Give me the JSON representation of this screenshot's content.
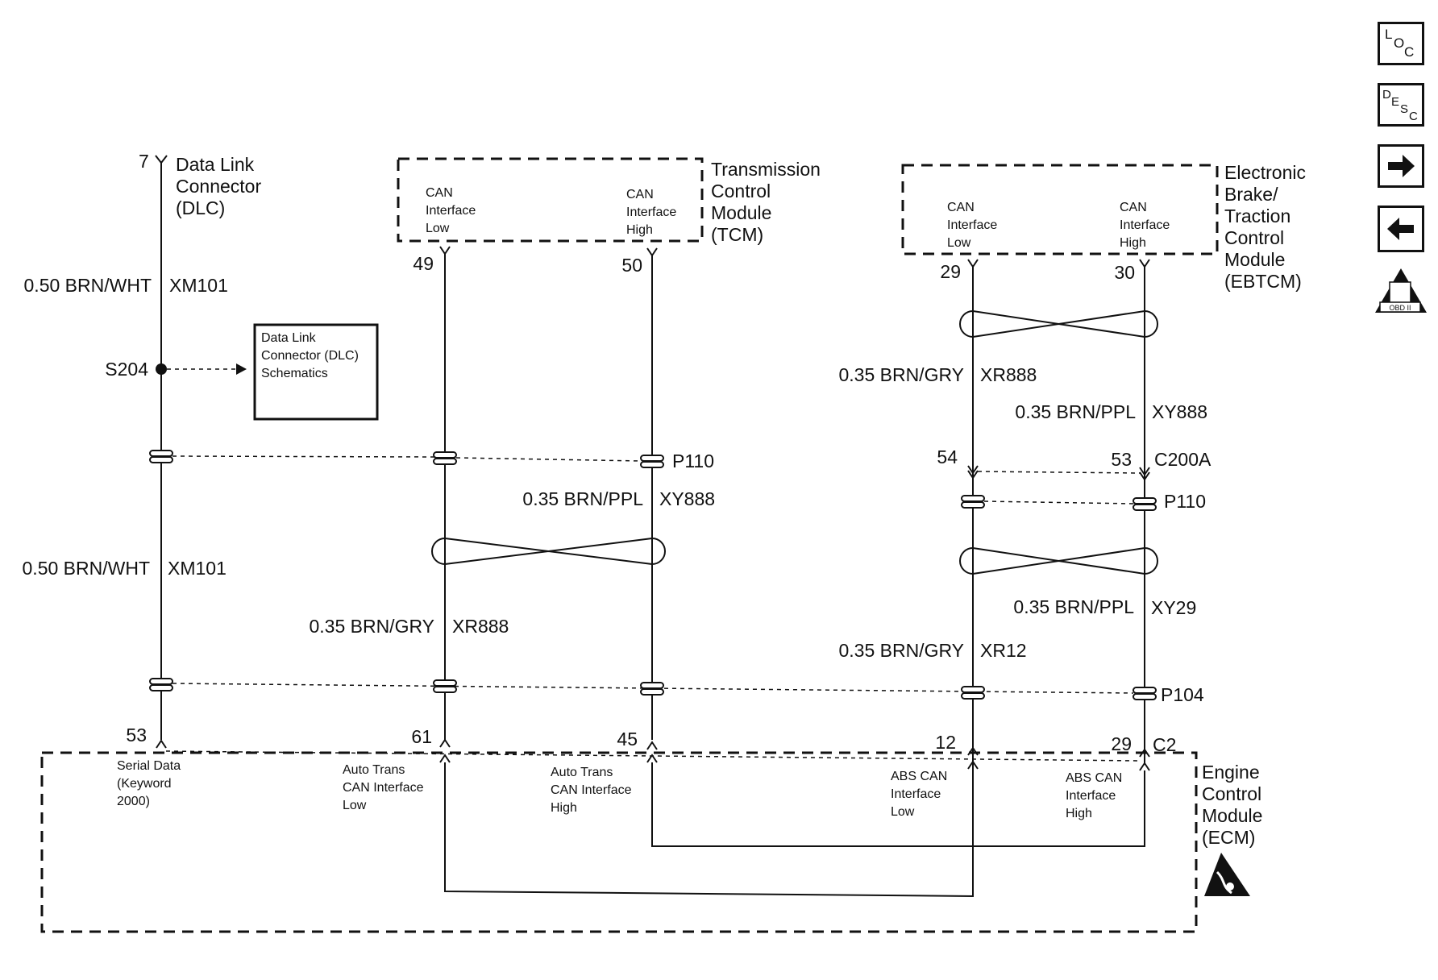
{
  "dlc": {
    "pin": "7",
    "title_lines": [
      "Data Link",
      "Connector",
      "(DLC)"
    ],
    "wire_top": "0.50 BRN/WHT",
    "circuit_top": "XM101",
    "splice": "S204",
    "ref_box_lines": [
      "Data Link",
      "Connector (DLC)",
      "Schematics"
    ],
    "wire_bottom": "0.50 BRN/WHT",
    "circuit_bottom": "XM101"
  },
  "tcm": {
    "title_lines": [
      "Transmission",
      "Control",
      "Module",
      "(TCM)"
    ],
    "low_label_lines": [
      "CAN",
      "Interface",
      "Low"
    ],
    "high_label_lines": [
      "CAN",
      "Interface",
      "High"
    ],
    "pin_low": "49",
    "pin_high": "50",
    "conn_p110": "P110",
    "wire_high": "0.35 BRN/PPL",
    "circuit_high": "XY888",
    "wire_low": "0.35 BRN/GRY",
    "circuit_low": "XR888"
  },
  "ebtcm": {
    "title_lines": [
      "Electronic",
      "Brake/",
      "Traction",
      "Control",
      "Module",
      "(EBTCM)"
    ],
    "low_label_lines": [
      "CAN",
      "Interface",
      "Low"
    ],
    "high_label_lines": [
      "CAN",
      "Interface",
      "High"
    ],
    "pin_low": "29",
    "pin_high": "30",
    "wire_low": "0.35 BRN/GRY",
    "circuit_low": "XR888",
    "wire_high": "0.35 BRN/PPL",
    "circuit_high": "XY888",
    "c200a_pin_low": "54",
    "c200a_pin_high": "53",
    "conn_c200a": "C200A",
    "conn_p110": "P110",
    "wire_high_2": "0.35 BRN/PPL",
    "circuit_high_2": "XY29",
    "wire_low_2": "0.35 BRN/GRY",
    "circuit_low_2": "XR12"
  },
  "ecm": {
    "title_lines": [
      "Engine",
      "Control",
      "Module",
      "(ECM)"
    ],
    "conn_p104": "P104",
    "conn_c2": "C2",
    "pins": [
      "53",
      "61",
      "45",
      "12",
      "29"
    ],
    "serial_lines": [
      "Serial Data",
      "(Keyword",
      "2000)"
    ],
    "at_low_lines": [
      "Auto Trans",
      "CAN Interface",
      "Low"
    ],
    "at_high_lines": [
      "Auto Trans",
      "CAN Interface",
      "High"
    ],
    "abs_low_lines": [
      "ABS CAN",
      "Interface",
      "Low"
    ],
    "abs_high_lines": [
      "ABS CAN",
      "Interface",
      "High"
    ]
  },
  "side": {
    "loc": [
      "L",
      "O",
      "C"
    ],
    "desc": [
      "D",
      "E",
      "S",
      "C"
    ],
    "obd_label": "OBD II"
  }
}
